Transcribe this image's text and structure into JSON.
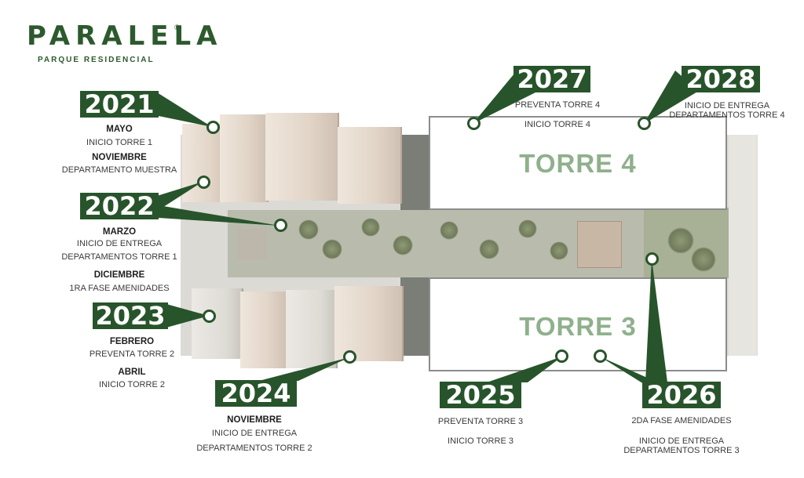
{
  "brand": {
    "name": "PARALELA",
    "registered_mark": "®",
    "tagline": "PARQUE RESIDENCIAL",
    "green": "#28542b"
  },
  "towers": [
    {
      "label": "TORRE 4"
    },
    {
      "label": "TORRE 3"
    }
  ],
  "milestones": {
    "y2021": {
      "year": "2021",
      "m1": "MAYO",
      "e1": "INICIO TORRE 1",
      "m2": "NOVIEMBRE",
      "e2": "DEPARTAMENTO MUESTRA"
    },
    "y2022": {
      "year": "2022",
      "m1": "MARZO",
      "e1a": "INICIO DE ENTREGA",
      "e1b": "DEPARTAMENTOS TORRE 1",
      "m2": "DICIEMBRE",
      "e2": "1RA FASE AMENIDADES"
    },
    "y2023": {
      "year": "2023",
      "m1": "FEBRERO",
      "e1": "PREVENTA TORRE 2",
      "m2": "ABRIL",
      "e2": "INICIO TORRE 2"
    },
    "y2024": {
      "year": "2024",
      "m1": "NOVIEMBRE",
      "e1a": "INICIO DE ENTREGA",
      "e1b": "DEPARTAMENTOS TORRE 2"
    },
    "y2025": {
      "year": "2025",
      "e1": "PREVENTA TORRE 3",
      "e2": "INICIO TORRE 3"
    },
    "y2026": {
      "year": "2026",
      "e1": "2DA FASE AMENIDADES",
      "e2a": "INICIO DE ENTREGA",
      "e2b": "DEPARTAMENTOS TORRE 3"
    },
    "y2027": {
      "year": "2027",
      "e1": "PREVENTA TORRE 4",
      "e2": "INICIO TORRE 4"
    },
    "y2028": {
      "year": "2028",
      "e1a": "INICIO DE ENTREGA",
      "e1b": "DEPARTAMENTOS TORRE 4"
    }
  }
}
